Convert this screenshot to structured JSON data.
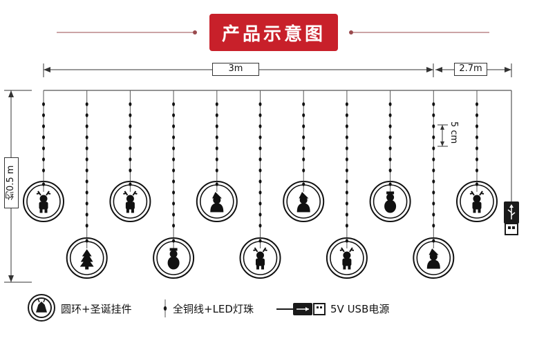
{
  "title": "产品示意图",
  "dimensions": {
    "length": "3m",
    "extension": "2.7m",
    "height": "约0.5 m",
    "spacing": "5 cm"
  },
  "legend": {
    "ring": "圆环+圣诞挂件",
    "wire": "全铜线+LED灯珠",
    "usb": "5V  USB电源"
  },
  "ornaments": [
    "reindeer",
    "tree",
    "reindeer",
    "snowman",
    "santa",
    "reindeer",
    "santa",
    "reindeer",
    "snowman",
    "santa",
    "reindeer"
  ],
  "colors": {
    "accent": "#c8202a",
    "line": "#555555",
    "ink": "#111111"
  }
}
